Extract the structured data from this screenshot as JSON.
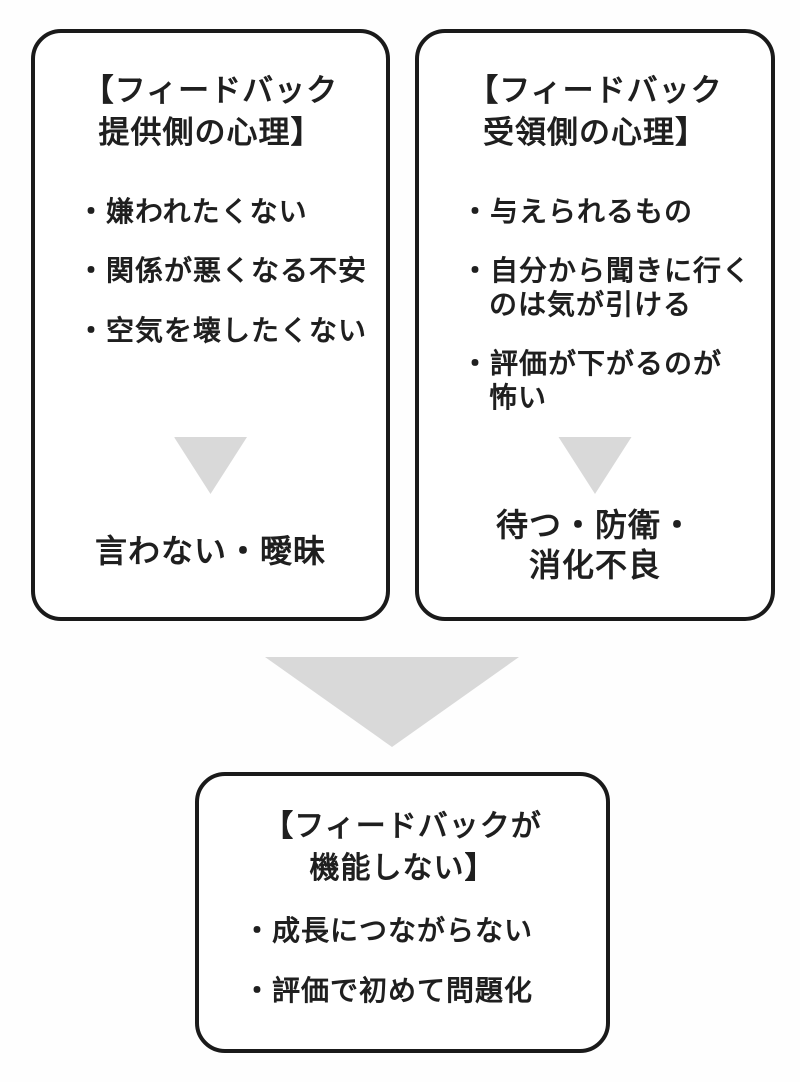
{
  "diagram": {
    "type": "flow-diagram",
    "colors": {
      "background": "#ffffff",
      "box_border": "#1a1a1a",
      "text": "#1f1f1f",
      "arrow_gray": "#d9d9d9"
    },
    "provider_box": {
      "title": "【フィードバック\n提供側の心理】",
      "bullets": [
        "・嫌われたくない",
        "・関係が悪くなる不安",
        "・空気を壊したくない"
      ],
      "arrow_icon": "triangle-down",
      "conclusion": "言わない・曖昧"
    },
    "receiver_box": {
      "title": "【フィードバック\n受領側の心理】",
      "bullets": [
        "・与えられるもの",
        "・自分から聞きに行く\nのは気が引ける",
        "・評価が下がるのが\n怖い"
      ],
      "arrow_icon": "triangle-down",
      "conclusion": "待つ・防衛・\n消化不良"
    },
    "merge_arrow_icon": "triangle-down",
    "result_box": {
      "title": "【フィードバックが\n機能しない】",
      "bullets": [
        "・成長につながらない",
        "・評価で初めて問題化"
      ]
    }
  }
}
